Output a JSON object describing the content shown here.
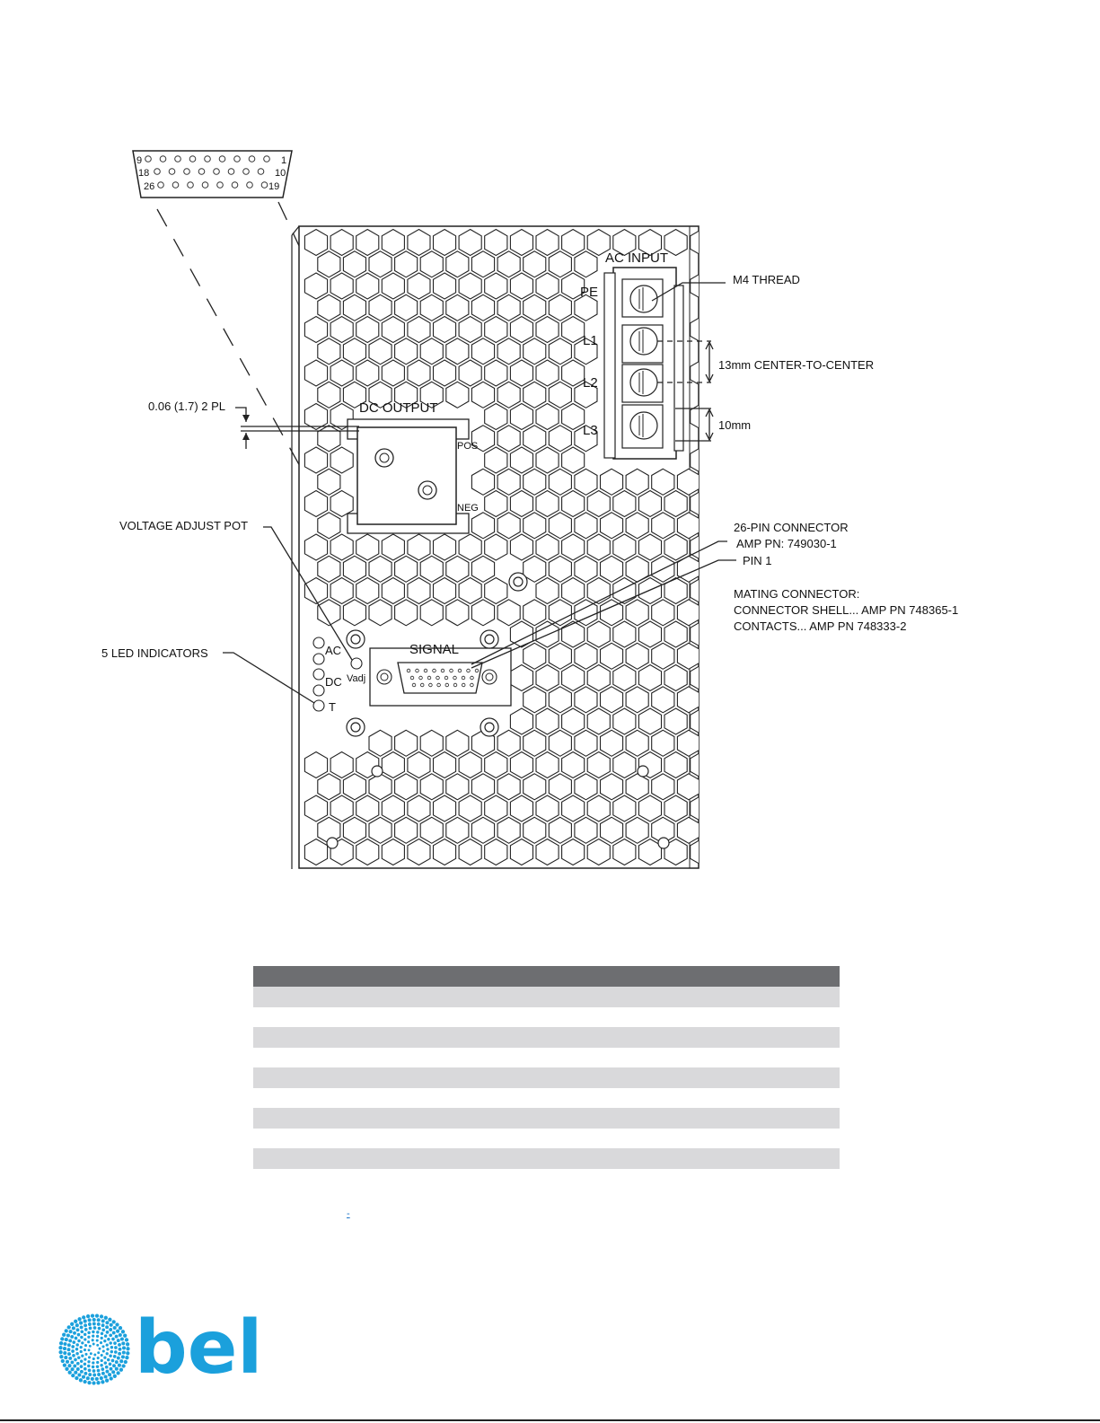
{
  "connector_pins": {
    "row1_first": "9",
    "row1_last": "1",
    "row2_first": "18",
    "row2_last": "10",
    "row3_first": "26",
    "row3_last": "19"
  },
  "labels": {
    "ac_input": "AC INPUT",
    "m4_thread": "M4 THREAD",
    "pe": "PE",
    "l1": "L1",
    "l2": "L2",
    "l3": "L3",
    "center_to_center": "13mm CENTER-TO-CENTER",
    "ten_mm": "10mm",
    "thickness": "0.06 (1.7) 2 PL",
    "dc_output": "DC OUTPUT",
    "pos": "POS",
    "neg": "NEG",
    "voltage_adjust_pot": "VOLTAGE ADJUST POT",
    "pin26_connector": "26-PIN CONNECTOR",
    "amp_pn": "AMP PN: 749030-1",
    "pin1": "PIN 1",
    "mating_connector": "MATING CONNECTOR:",
    "connector_shell": "CONNECTOR SHELL... AMP PN 748365-1",
    "contacts": "CONTACTS...  AMP PN 748333-2",
    "signal": "SIGNAL",
    "led_indicators": "5 LED INDICATORS",
    "ac": "AC",
    "dc": "DC",
    "t": "T",
    "vadj": "Vadj"
  },
  "table": {
    "row_count": 10
  },
  "footnote": {
    "link_text": "-"
  },
  "brand": {
    "name": "bel",
    "color": "#1ba0dc"
  }
}
